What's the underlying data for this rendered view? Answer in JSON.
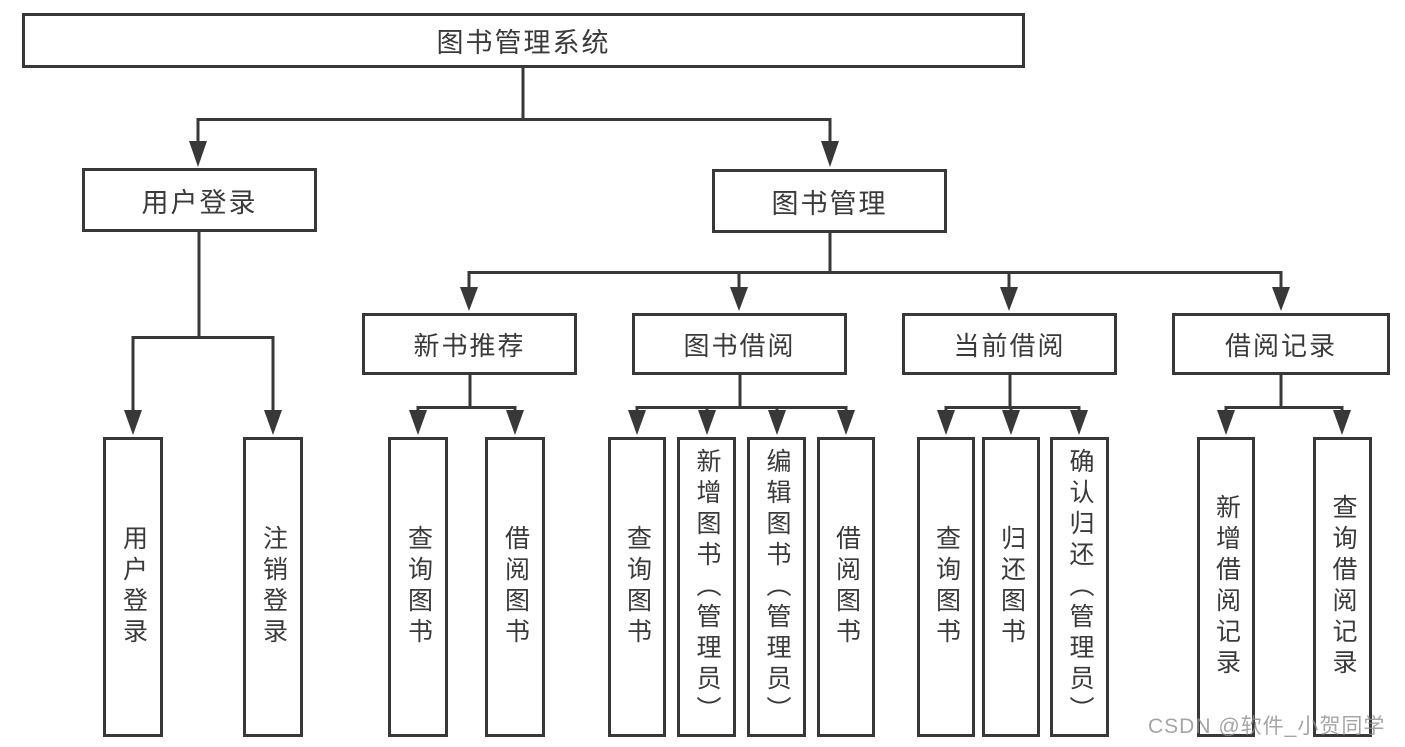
{
  "diagram": {
    "root": "图书管理系统",
    "level2": {
      "user_login": "用户登录",
      "book_mgmt": "图书管理"
    },
    "level3": [
      "新书推荐",
      "图书借阅",
      "当前借阅",
      "借阅记录"
    ],
    "level4": {
      "user_login": [
        "用户登录",
        "注销登录"
      ],
      "new_book": [
        "查询图书",
        "借阅图书"
      ],
      "book_borrow": [
        "查询图书",
        "新增图书（管理员）",
        "编辑图书（管理员）",
        "借阅图书"
      ],
      "current_borrow": [
        "查询图书",
        "归还图书",
        "确认归还（管理员）"
      ],
      "borrow_records": [
        "新增借阅记录",
        "查询借阅记录"
      ]
    },
    "watermark": "CSDN @软件_小贺同学",
    "colors": {
      "line": "#383838",
      "box_border": "#383838",
      "text": "#3a3a3a",
      "watermark": "#8f8f8f",
      "background": "#ffffff"
    }
  }
}
